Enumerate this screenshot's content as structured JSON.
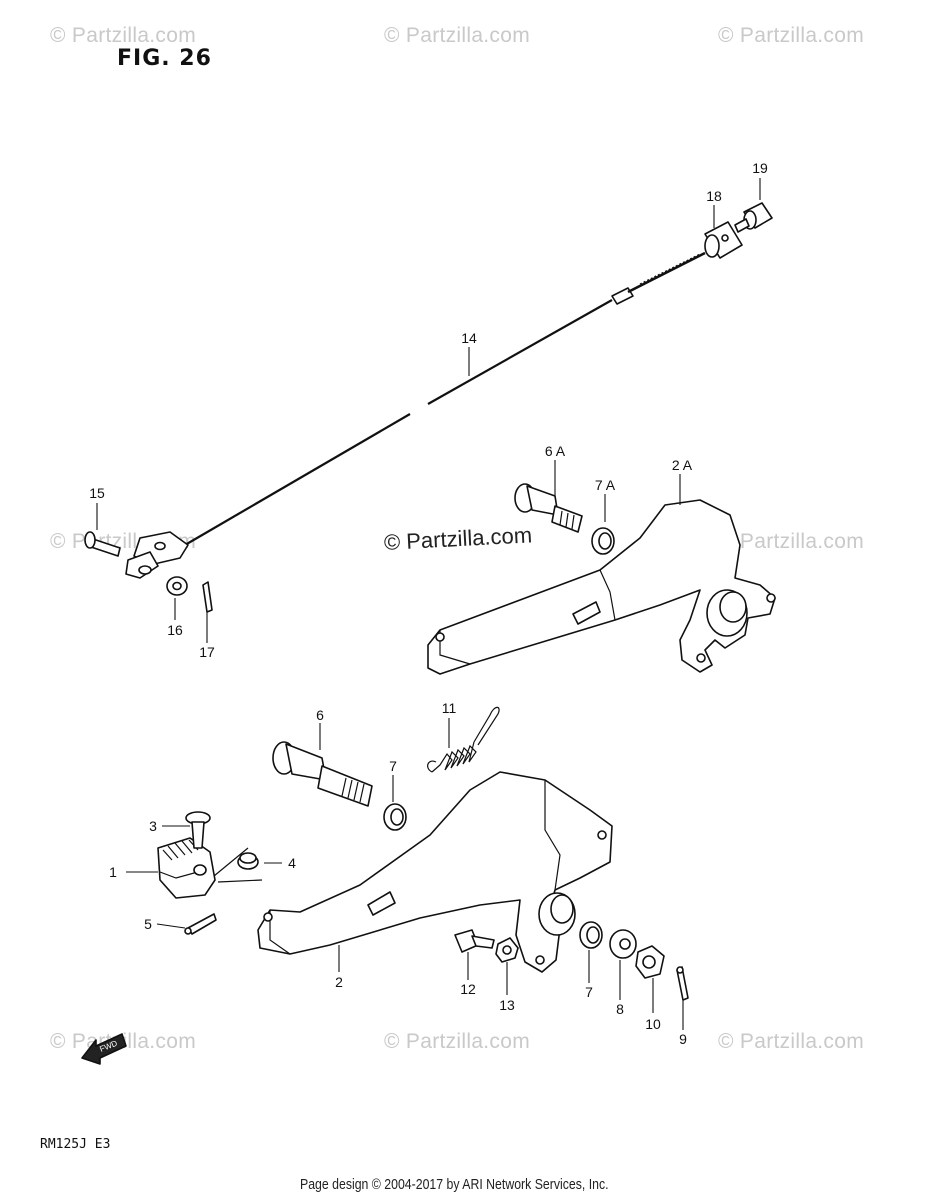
{
  "figure": {
    "title": "FIG. 26",
    "model_code": "RM125J E3",
    "center_watermark": "© Partzilla.com",
    "watermark": "© Partzilla.com",
    "fwd_label": "FWD",
    "footer": "Page design © 2004-2017 by ARI Network Services, Inc."
  },
  "callouts": [
    "1",
    "2",
    "2 A",
    "3",
    "4",
    "5",
    "6",
    "6 A",
    "7",
    "7",
    "7 A",
    "8",
    "9",
    "10",
    "11",
    "12",
    "13",
    "14",
    "15",
    "16",
    "17",
    "18",
    "19"
  ],
  "colors": {
    "ink": "#111111",
    "watermark": "#c9c9c9",
    "background": "#ffffff"
  }
}
